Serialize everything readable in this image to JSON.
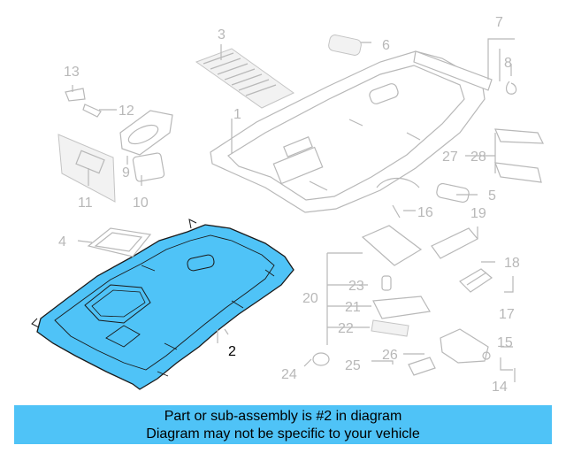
{
  "callouts": {
    "c1": "1",
    "c2": "2",
    "c3": "3",
    "c4": "4",
    "c5": "5",
    "c6": "6",
    "c7": "7",
    "c8": "8",
    "c9": "9",
    "c10": "10",
    "c11": "11",
    "c12": "12",
    "c13": "13",
    "c14": "14",
    "c15": "15",
    "c16": "16",
    "c17": "17",
    "c18": "18",
    "c19": "19",
    "c20": "20",
    "c21": "21",
    "c22": "22",
    "c23": "23",
    "c24": "24",
    "c25": "25",
    "c26": "26",
    "c27": "27",
    "c28": "28"
  },
  "caption": {
    "line1": "Part or sub-assembly is #2 in diagram",
    "line2": "Diagram may not be specific to your vehicle"
  },
  "colors": {
    "highlight_fill": "#4fc3f7",
    "caption_bg": "#4fc3f7",
    "linework": "#b8b8b8"
  }
}
